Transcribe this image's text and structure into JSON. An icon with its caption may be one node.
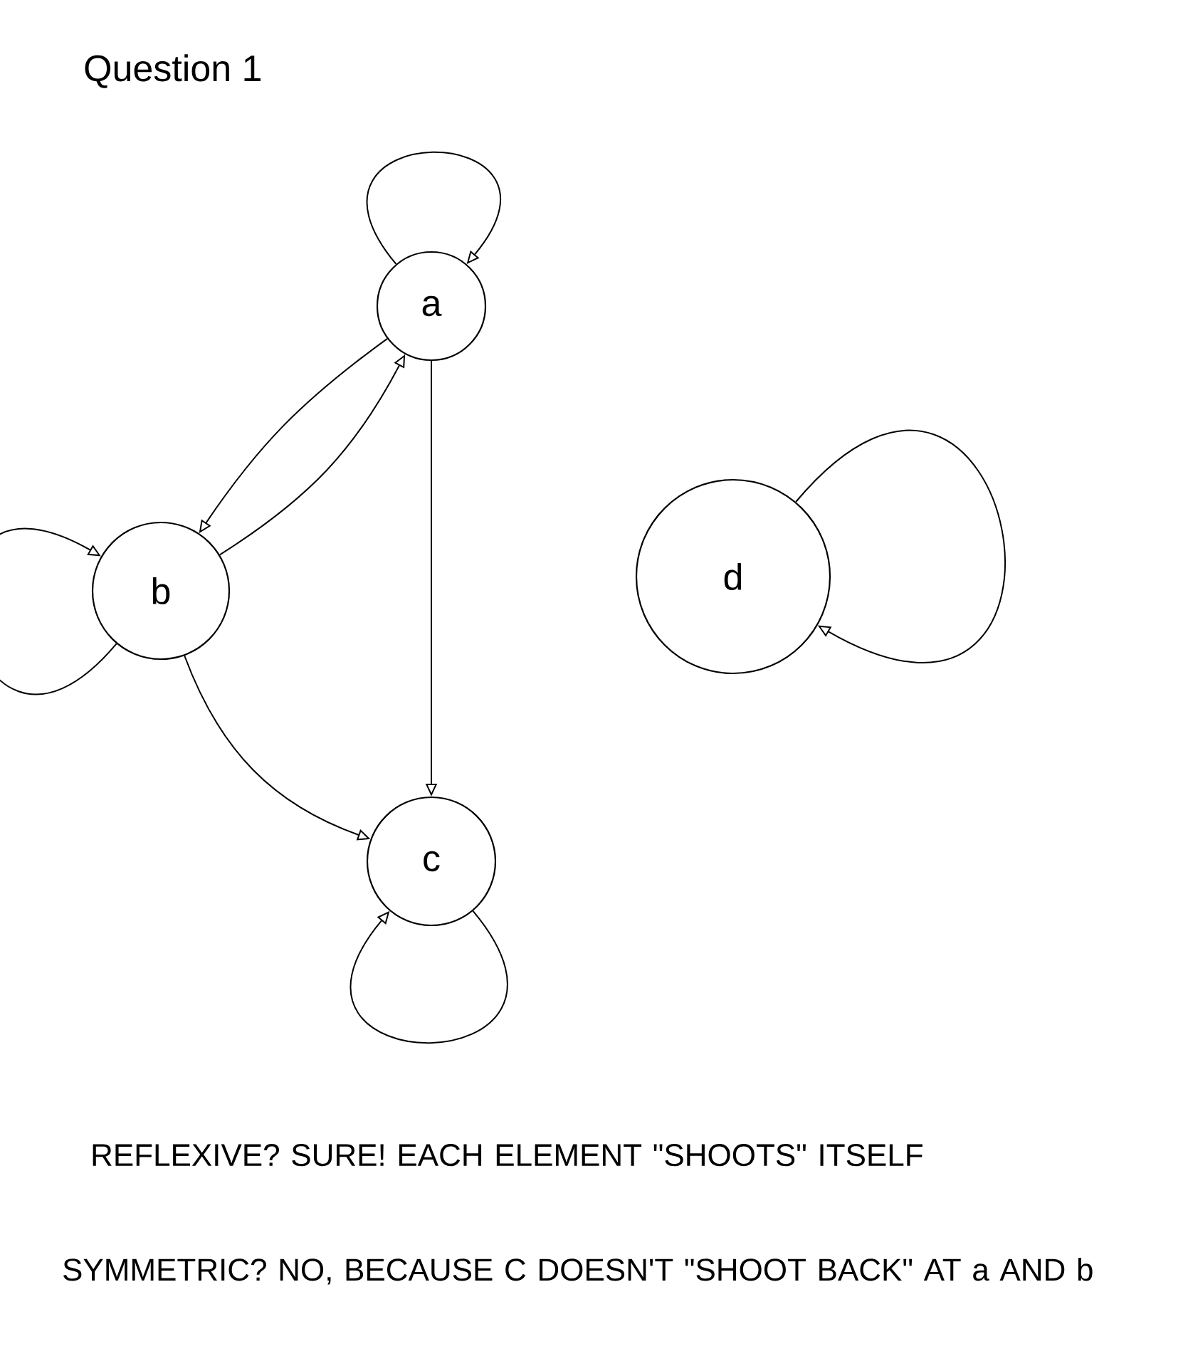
{
  "diagram": {
    "title": "Question 1",
    "nodes": [
      {
        "text": [
          "a"
        ]
      },
      {
        "text": [
          "b"
        ]
      },
      {
        "text": [
          "c"
        ]
      },
      {
        "text": [
          "d"
        ]
      }
    ],
    "edges": [
      {
        "from": 0,
        "to": 0,
        "arrow": "to"
      },
      {
        "from": 0,
        "to": 1,
        "arrow": "to"
      },
      {
        "from": 1,
        "to": 0,
        "arrow": "to"
      },
      {
        "from": 0,
        "to": 2,
        "arrow": "to"
      },
      {
        "from": 1,
        "to": 1,
        "arrow": "to"
      },
      {
        "from": 1,
        "to": 2,
        "arrow": "to"
      },
      {
        "from": 2,
        "to": 2,
        "arrow": "to"
      },
      {
        "from": 3,
        "to": 3,
        "arrow": "to"
      }
    ],
    "labels": [
      "REFLEXIVE? SURE! EACH ELEMENT \"SHOOTS\" ITSELF",
      "SYMMETRIC? NO, BECAUSE C DOESN'T \"SHOOT BACK\" AT a AND b"
    ]
  }
}
